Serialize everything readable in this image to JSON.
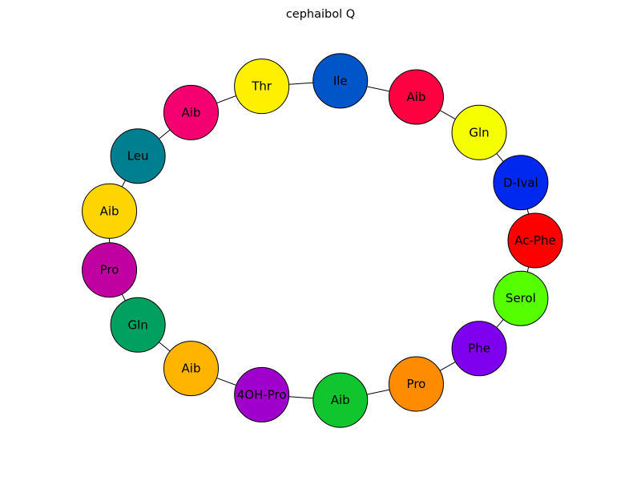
{
  "title": "cephaibol Q",
  "nodes": [
    {
      "label": "Ac-Phe",
      "color": "#ff0000"
    },
    {
      "label": "Serol",
      "color": "#55ff00"
    },
    {
      "label": "Phe",
      "color": "#7f00ee"
    },
    {
      "label": "Pro",
      "color": "#ff8c00"
    },
    {
      "label": "Aib",
      "color": "#11c52f"
    },
    {
      "label": "4OH-Pro",
      "color": "#a000cc"
    },
    {
      "label": "Aib",
      "color": "#ffb400"
    },
    {
      "label": "Gln",
      "color": "#00a060"
    },
    {
      "label": "Pro",
      "color": "#c000a0"
    },
    {
      "label": "Aib",
      "color": "#ffd500"
    },
    {
      "label": "Leu",
      "color": "#007f90"
    },
    {
      "label": "Aib",
      "color": "#f50070"
    },
    {
      "label": "Thr",
      "color": "#fff000"
    },
    {
      "label": "Ile",
      "color": "#0055c8"
    },
    {
      "label": "Aib",
      "color": "#ff0040"
    },
    {
      "label": "Gln",
      "color": "#f5ff00"
    },
    {
      "label": "D-Ival",
      "color": "#0028ee"
    }
  ]
}
